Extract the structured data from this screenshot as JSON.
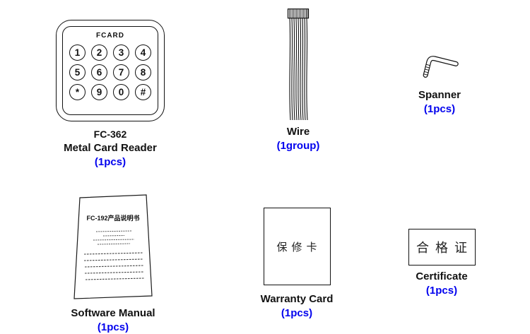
{
  "colors": {
    "accent": "#0000EE",
    "ink": "#111111"
  },
  "reader": {
    "brand": "FCARD",
    "keys": [
      "1",
      "2",
      "3",
      "4",
      "5",
      "6",
      "7",
      "8",
      "*",
      "9",
      "0",
      "#"
    ],
    "model": "FC-362",
    "name": "Metal Card Reader",
    "qty": "(1pcs)"
  },
  "wire": {
    "name": "Wire",
    "qty": "(1group)"
  },
  "spanner": {
    "name": "Spanner",
    "qty": "(1pcs)"
  },
  "manual": {
    "doc_title": "FC-192产品说明书",
    "name": "Software Manual",
    "qty": "(1pcs)"
  },
  "warranty": {
    "doc_label": "保修卡",
    "name": "Warranty Card",
    "qty": "(1pcs)"
  },
  "certificate": {
    "doc_label": "合格证",
    "name": "Certificate",
    "qty": "(1pcs)"
  }
}
